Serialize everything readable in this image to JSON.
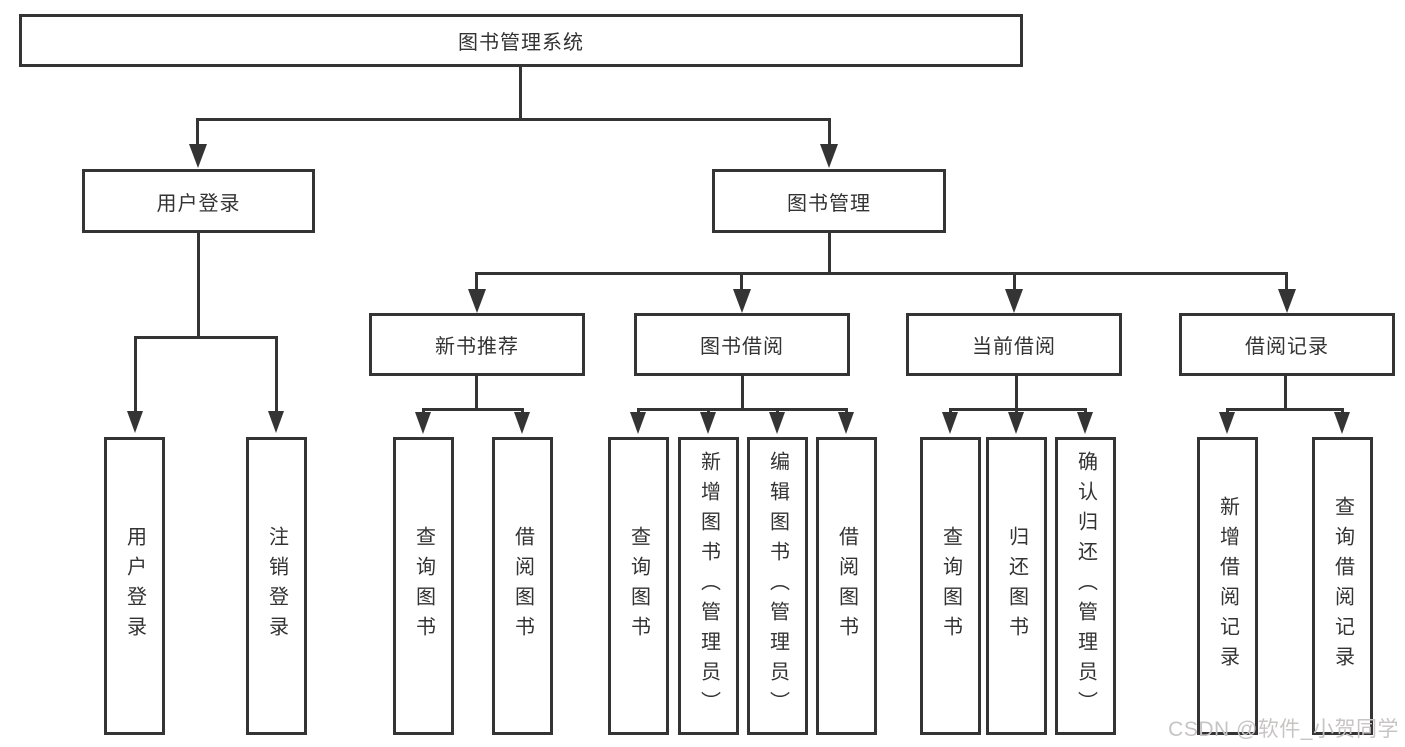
{
  "tree": {
    "root": {
      "label": "图书管理系统"
    },
    "user_login": {
      "label": "用户登录",
      "children": [
        "用户登录",
        "注销登录"
      ]
    },
    "book_management": {
      "label": "图书管理",
      "sections": [
        {
          "label": "新书推荐",
          "children": [
            "查询图书",
            "借阅图书"
          ]
        },
        {
          "label": "图书借阅",
          "children": [
            "查询图书",
            "新增图书（管理员）",
            "编辑图书（管理员）",
            "借阅图书"
          ]
        },
        {
          "label": "当前借阅",
          "children": [
            "查询图书",
            "归还图书",
            "确认归还（管理员）"
          ]
        },
        {
          "label": "借阅记录",
          "children": [
            "新增借阅记录",
            "查询借阅记录"
          ]
        }
      ]
    }
  },
  "watermark": {
    "text": "CSDN @软件_小贺同学"
  },
  "colors": {
    "line": "#343434",
    "text": "#333333",
    "watermark": "#c7c4c4",
    "background": "#ffffff"
  }
}
